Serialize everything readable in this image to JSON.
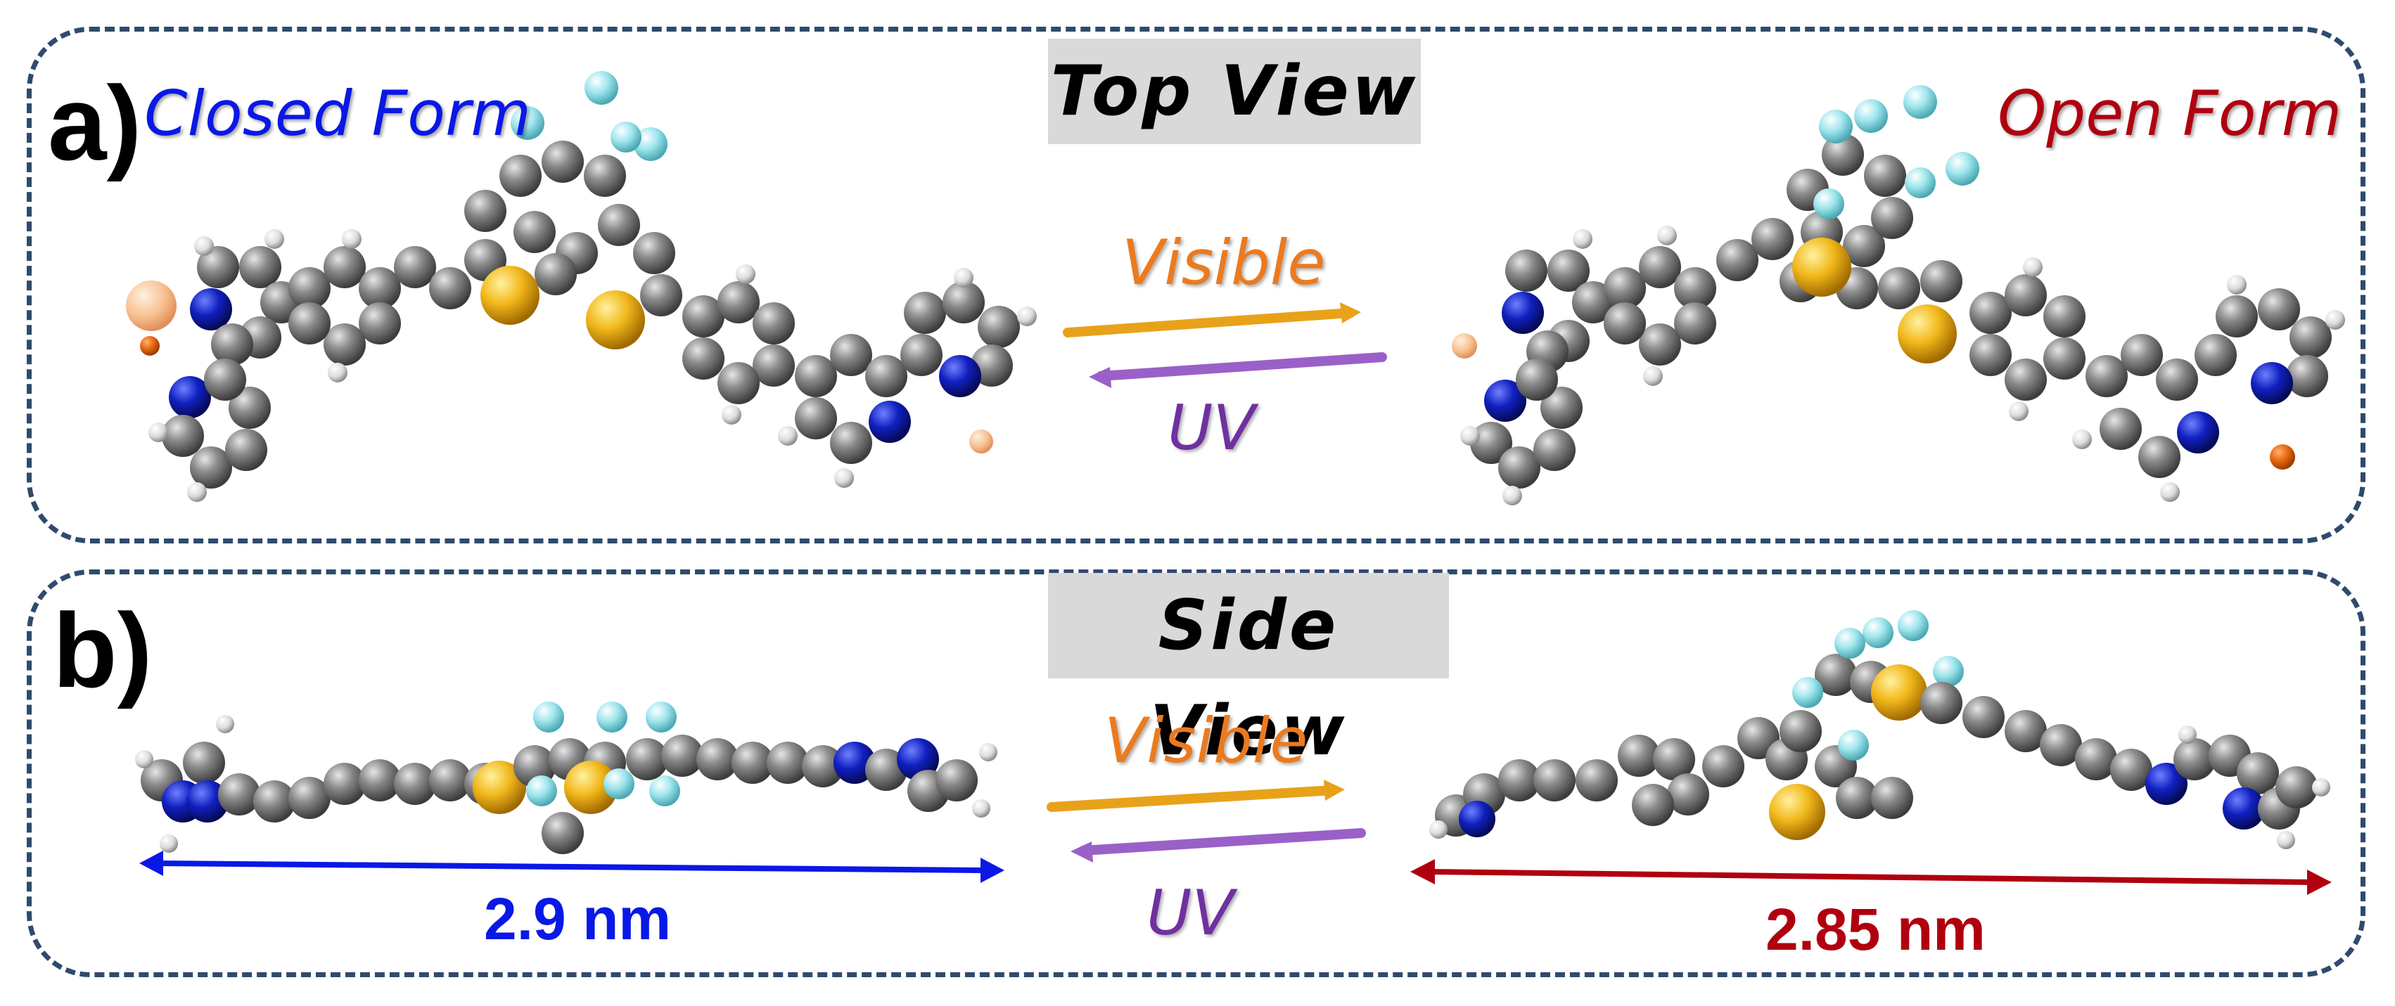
{
  "panel_a": {
    "letter": "a)",
    "view_title": "Top View",
    "left_form": "Closed Form",
    "right_form": "Open Form",
    "forward_label": "Visible",
    "reverse_label": "UV"
  },
  "panel_b": {
    "letter": "b)",
    "view_title": "Side View",
    "forward_label": "Visible",
    "reverse_label": "UV",
    "left_length": "2.9 nm",
    "right_length": "2.85 nm"
  },
  "colors": {
    "closed": "#0a18e6",
    "open": "#b00010",
    "visible": "#ec7a1e",
    "uv": "#7030a0",
    "carbon": "#7a7a7a",
    "nitrogen": "#1020c0",
    "sulfur": "#f2b81c",
    "fluorine": "#9fe6ee",
    "hydrogen": "#e8e8e8",
    "ion": "#e86a10"
  }
}
